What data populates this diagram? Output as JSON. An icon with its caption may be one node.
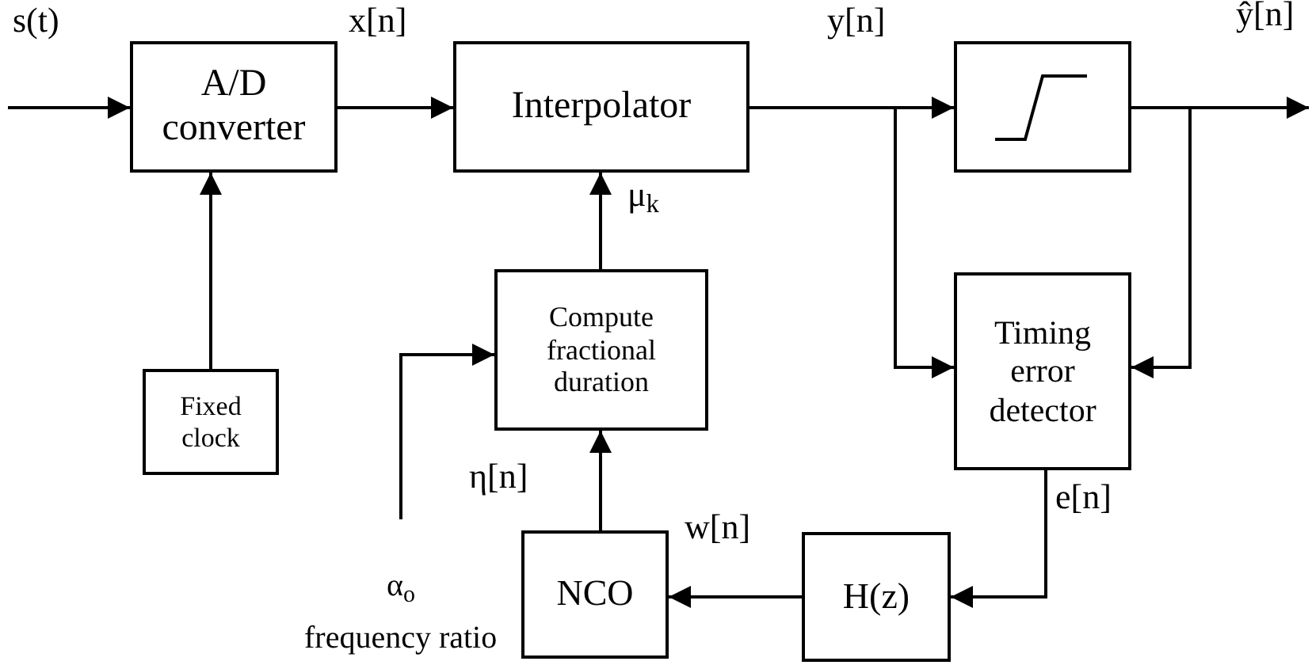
{
  "diagram": {
    "nodes": [
      {
        "text": [
          "A/D converter"
        ]
      },
      {
        "text": [
          "Interpolator"
        ]
      },
      {
        "text": [],
        "shape": "box"
      },
      {
        "text": [
          "Fixed clock"
        ]
      },
      {
        "text": [
          "Compute fractional duration"
        ]
      },
      {
        "text": [
          "Timing error detector"
        ]
      },
      {
        "text": [
          "NCO"
        ]
      },
      {
        "text": [
          "H(z)"
        ]
      },
      {
        "text": [
          "α$_{o}$",
          "frequency ratio"
        ]
      }
    ],
    "edges": [
      {
        "from": null,
        "to": 0,
        "arrow": "to",
        "label": "s(t)"
      },
      {
        "from": 0,
        "to": 1,
        "arrow": "to",
        "label": "x[n]"
      },
      {
        "from": 1,
        "to": 2,
        "arrow": "to",
        "label": "y[n]"
      },
      {
        "from": 2,
        "to": null,
        "arrow": "to",
        "label": "ŷ[n]"
      },
      {
        "from": 1,
        "to": 5,
        "arrow": "to"
      },
      {
        "from": 2,
        "to": 5,
        "arrow": "to"
      },
      {
        "from": 3,
        "to": 0,
        "arrow": "to"
      },
      {
        "from": 4,
        "to": 1,
        "arrow": "to",
        "label": "μ$_{k}$"
      },
      {
        "from": 8,
        "to": 4,
        "arrow": "to"
      },
      {
        "from": 6,
        "to": 4,
        "arrow": "to",
        "label": "η[n]"
      },
      {
        "from": 7,
        "to": 6,
        "arrow": "to",
        "label": "w[n]"
      },
      {
        "from": 5,
        "to": 7,
        "arrow": "to",
        "label": "e[n]"
      }
    ]
  }
}
